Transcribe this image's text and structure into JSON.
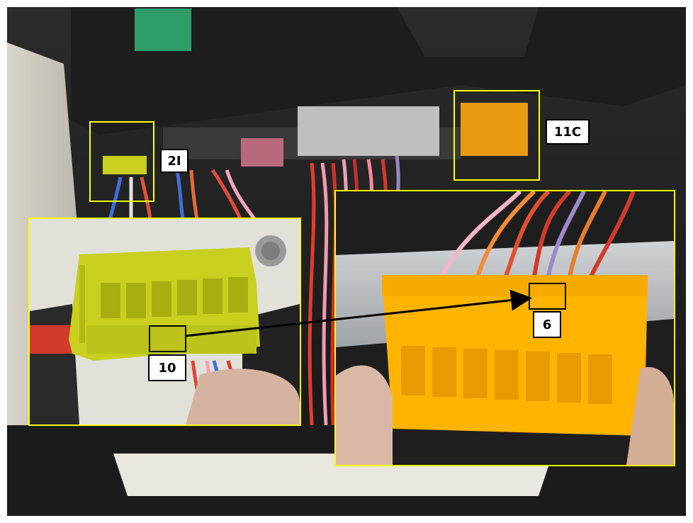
{
  "labels": {
    "connector_2i": "2I",
    "connector_11c": "11C",
    "pin_10": "10",
    "pin_6": "6"
  },
  "colors": {
    "callout_border": "#ffff00",
    "yellow_connector": "#c8cf1e",
    "orange_connector": "#ffb400",
    "label_border": "#000000"
  }
}
